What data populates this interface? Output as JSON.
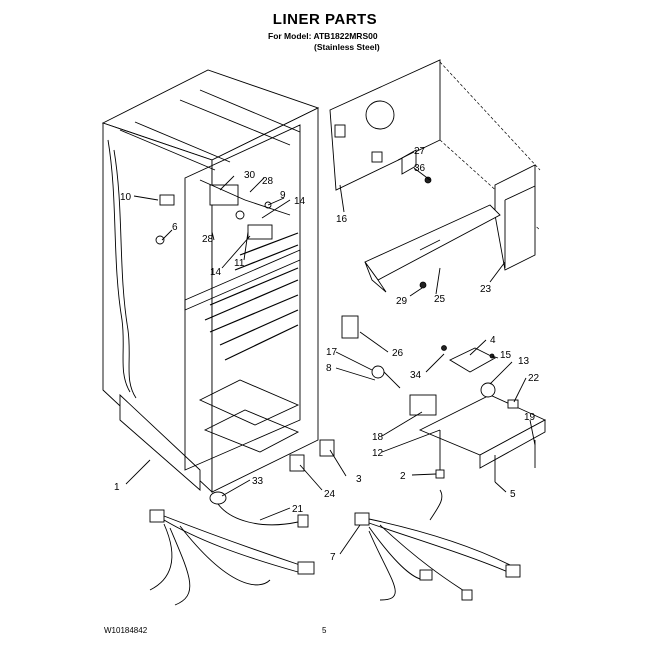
{
  "header": {
    "title": "LINER PARTS",
    "model": "For Model: ATB1822MRS00",
    "finish": "(Stainless Steel)"
  },
  "footer": {
    "doc_number": "W10184842",
    "page_number": "5"
  },
  "callouts": {
    "c1": "1",
    "c2": "2",
    "c3": "3",
    "c4": "4",
    "c5": "5",
    "c6": "6",
    "c7": "7",
    "c8": "8",
    "c9": "9",
    "c10": "10",
    "c11": "11",
    "c12": "12",
    "c13": "13",
    "c14a": "14",
    "c14b": "14",
    "c15": "15",
    "c16": "16",
    "c17": "17",
    "c18": "18",
    "c19": "19",
    "c21": "21",
    "c22": "22",
    "c23": "23",
    "c24": "24",
    "c25": "25",
    "c26": "26",
    "c27": "27",
    "c28a": "28",
    "c28b": "28",
    "c29": "29",
    "c30": "30",
    "c33": "33",
    "c34": "34",
    "c36": "36"
  }
}
